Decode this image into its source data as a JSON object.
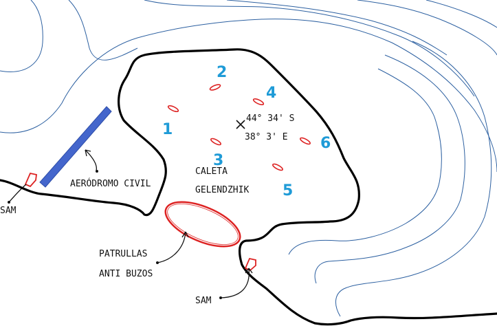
{
  "colors": {
    "background": "#ffffff",
    "contour": "#2b5fa0",
    "coastline": "#000000",
    "airfield": "#4466cc",
    "ship": "#dd2222",
    "patrol_zone": "#dd2222",
    "number_label": "#1f9bd7"
  },
  "labels": {
    "bay_name_line1": "CALETA",
    "bay_name_line2": "GELENDZHIK",
    "coord_lat": "44° 34' S",
    "coord_lon": "38° 3' E",
    "airfield": "AERÓDROMO CIVIL",
    "patrol_line1": "PATRULLAS",
    "patrol_line2": "ANTI BUZOS",
    "sam_west": "SAM",
    "sam_south": "SAM"
  },
  "ship_numbers": [
    "1",
    "2",
    "3",
    "4",
    "5",
    "6"
  ],
  "icons": {
    "center_mark": "x-mark-icon",
    "ship": "ship-icon",
    "sam_site": "sam-ship-icon"
  }
}
